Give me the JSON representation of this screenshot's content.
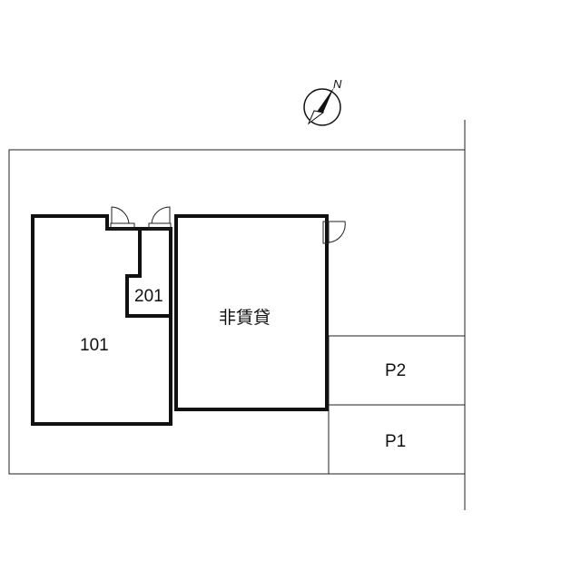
{
  "compass": {
    "north_label": "N"
  },
  "units": [
    {
      "id": "101",
      "label": "101"
    },
    {
      "id": "201",
      "label": "201"
    },
    {
      "id": "non-rental",
      "label": "非賃貸"
    }
  ],
  "parking": [
    {
      "id": "P2",
      "label": "P2"
    },
    {
      "id": "P1",
      "label": "P1"
    }
  ]
}
